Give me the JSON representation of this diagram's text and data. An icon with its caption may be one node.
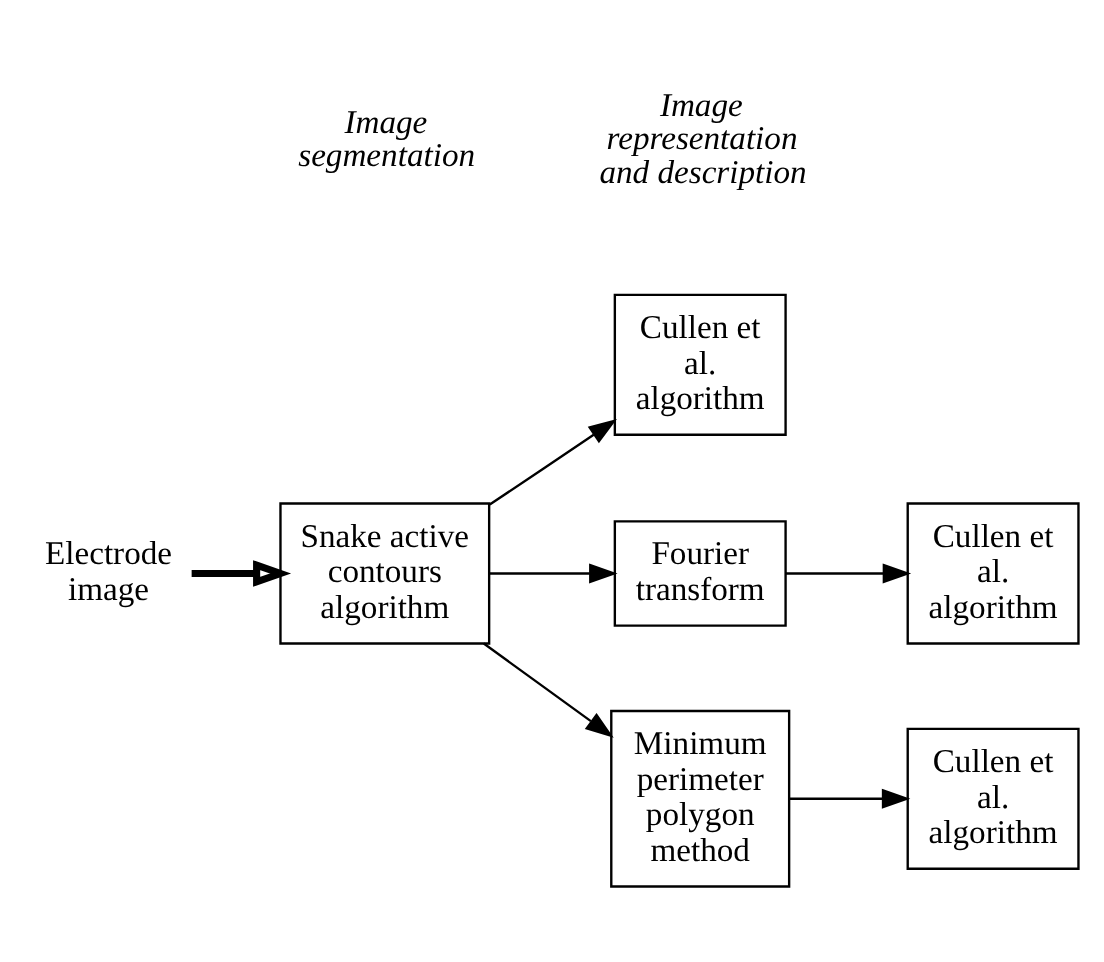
{
  "diagram": {
    "nodes": [
      {
        "text": [
          "Electrode image"
        ]
      },
      {
        "text": [
          "Snake active contours algorithm"
        ]
      },
      {
        "text": [
          "Cullen et al. algorithm"
        ]
      },
      {
        "text": [
          "Fourier transform"
        ]
      },
      {
        "text": [
          "Cullen et al. algorithm"
        ]
      },
      {
        "text": [
          "Minimum perimeter polygon method"
        ]
      },
      {
        "text": [
          "Cullen et al. algorithm"
        ]
      }
    ],
    "edges": [
      {
        "from": 0,
        "to": 1,
        "arrow": "to",
        "style": "thick"
      },
      {
        "from": 1,
        "to": 2,
        "arrow": "to"
      },
      {
        "from": 1,
        "to": 3,
        "arrow": "to"
      },
      {
        "from": 1,
        "to": 5,
        "arrow": "to"
      },
      {
        "from": 3,
        "to": 4,
        "arrow": "to"
      },
      {
        "from": 5,
        "to": 6,
        "arrow": "to"
      }
    ],
    "labels": [
      "Image segmentation",
      "Image representation and description"
    ]
  }
}
